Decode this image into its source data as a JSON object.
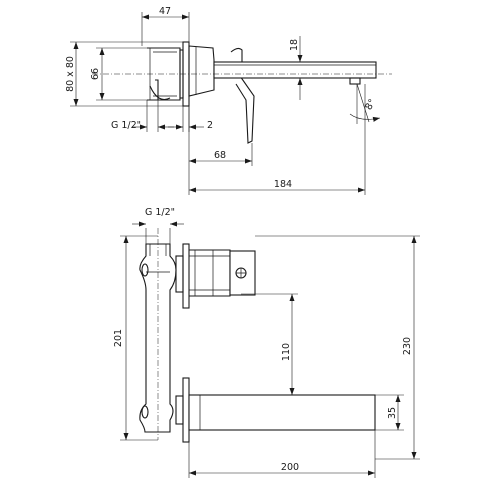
{
  "labels": {
    "top_view": {
      "d_47": "47",
      "d_18": "18",
      "d_80x80": "80 x 80",
      "d_66": "66",
      "d_g12": "G 1/2\"",
      "d_2": "2",
      "d_68": "68",
      "d_184": "184",
      "d_angle": "8°"
    },
    "front_view": {
      "d_g12": "G 1/2\"",
      "d_201": "201",
      "d_110": "110",
      "d_230": "230",
      "d_35": "35",
      "d_200": "200"
    }
  }
}
